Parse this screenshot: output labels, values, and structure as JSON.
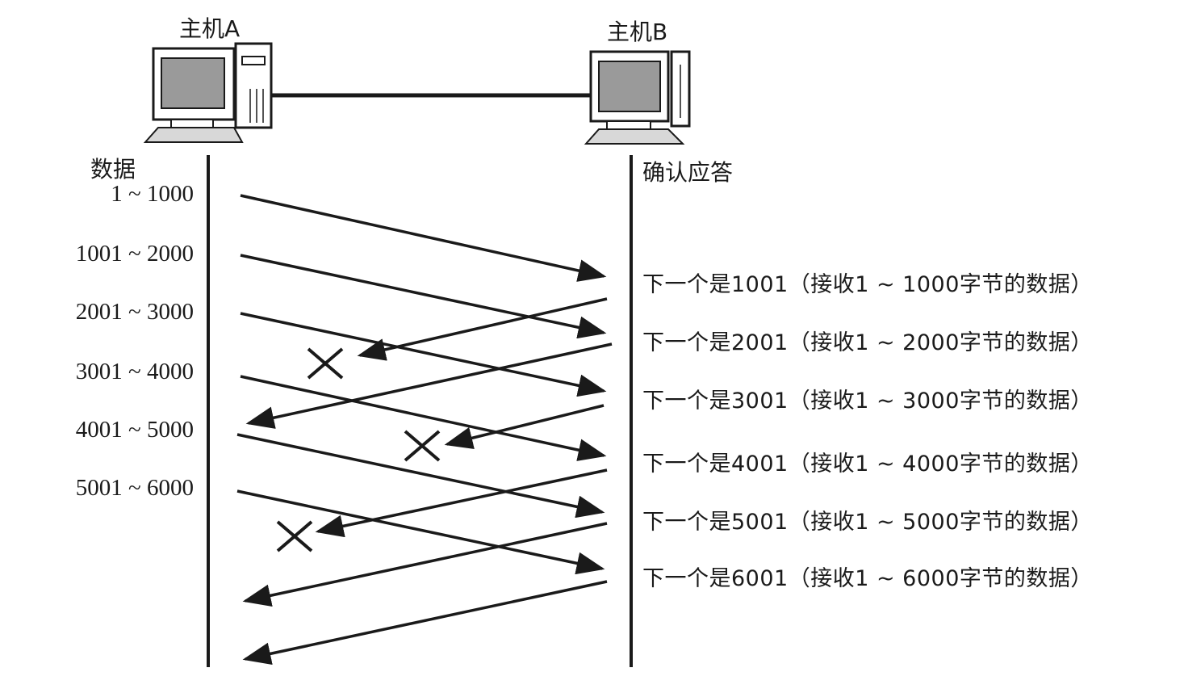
{
  "host_a": {
    "label": "主机A"
  },
  "host_b": {
    "label": "主机B"
  },
  "sender": {
    "title": "数据"
  },
  "receiver": {
    "title": "确认应答"
  },
  "segments": [
    {
      "label": "1 ~ 1000"
    },
    {
      "label": "1001 ~ 2000"
    },
    {
      "label": "2001 ~ 3000"
    },
    {
      "label": "3001 ~ 4000"
    },
    {
      "label": "4001 ~ 5000"
    },
    {
      "label": "5001 ~ 6000"
    }
  ],
  "acks": [
    {
      "label": "下一个是1001（接收1 ~ 1000字节的数据）",
      "lost": false
    },
    {
      "label": "下一个是2001（接收1 ~ 2000字节的数据）",
      "lost": true
    },
    {
      "label": "下一个是3001（接收1 ~ 3000字节的数据）",
      "lost": false
    },
    {
      "label": "下一个是4001（接收1 ~ 4000字节的数据）",
      "lost": true
    },
    {
      "label": "下一个是5001（接收1 ~ 5000字节的数据）",
      "lost": true
    },
    {
      "label": "下一个是6001（接收1 ~ 6000字节的数据）",
      "lost": false
    }
  ],
  "colors": {
    "ink": "#1a1a1a"
  }
}
